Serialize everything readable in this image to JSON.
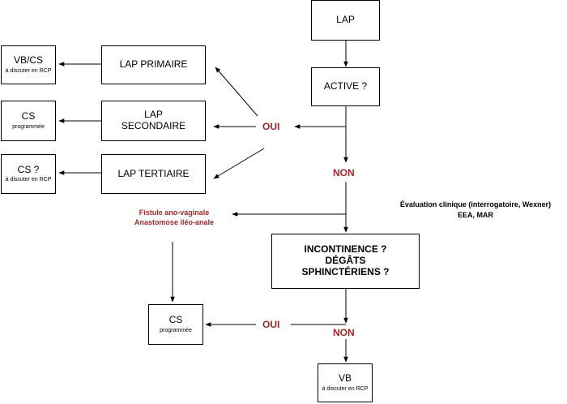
{
  "nodes": {
    "lap": "LAP",
    "active": "ACTIVE ?",
    "lap_primaire": "LAP PRIMAIRE",
    "lap_secondaire_1": "LAP",
    "lap_secondaire_2": "SECONDAIRE",
    "lap_tertiaire": "LAP TERTIAIRE",
    "vbcs": "VB/CS",
    "vbcs_sub": "à discuter en RCP",
    "cs_prog": "CS",
    "cs_prog_sub": "programmée",
    "cs_q": "CS ?",
    "cs_q_sub": "à discuter en RCP",
    "incontinence_1": "INCONTINENCE ?",
    "incontinence_2": "DÉGÂTS",
    "incontinence_3": "SPHINCTÉRIENS ?",
    "cs_bottom": "CS",
    "cs_bottom_sub": "programmée",
    "vb": "VB",
    "vb_sub": "à discuter en RCP"
  },
  "labels": {
    "oui_top": "OUI",
    "non_mid": "NON",
    "oui_bottom": "OUI",
    "non_bottom": "NON"
  },
  "notes": {
    "fistule_1": "Fistule ano-vaginale",
    "fistule_2": "Anastomose iléo-anale",
    "evaluation_1": "Évaluation clinique (interrogatoire, Wexner)",
    "evaluation_2": "EEA, MAR"
  },
  "colors": {
    "accent_red": "#a0282a",
    "line": "#000000"
  }
}
